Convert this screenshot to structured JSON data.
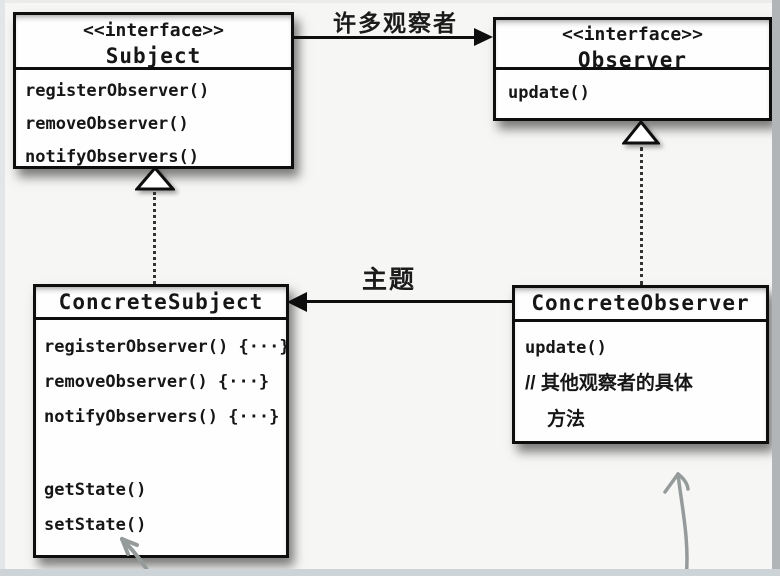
{
  "colors": {
    "line": "#0e0e0e",
    "box_fill": "#fefefe",
    "hand_arrow": "#959b9b",
    "background": "#f6f6f4"
  },
  "classes": {
    "subject": {
      "stereotype": "<<interface>>",
      "name": "Subject",
      "methods": [
        "registerObserver()",
        "removeObserver()",
        "notifyObservers()"
      ]
    },
    "observer": {
      "stereotype": "<<interface>>",
      "name": "Observer",
      "methods": [
        "update()"
      ]
    },
    "concrete_subject": {
      "name": "ConcreteSubject",
      "methods_top": [
        "registerObserver() {···}",
        "removeObserver() {···}",
        "notifyObservers() {···}"
      ],
      "methods_bottom": [
        "getState()",
        "setState()"
      ]
    },
    "concrete_observer": {
      "name": "ConcreteObserver",
      "methods": [
        "update()"
      ],
      "comment": [
        "// 其他观察者的具体",
        "方法"
      ]
    }
  },
  "edges": {
    "many_observers_label": "许多观察者",
    "subject_label": "主题"
  }
}
